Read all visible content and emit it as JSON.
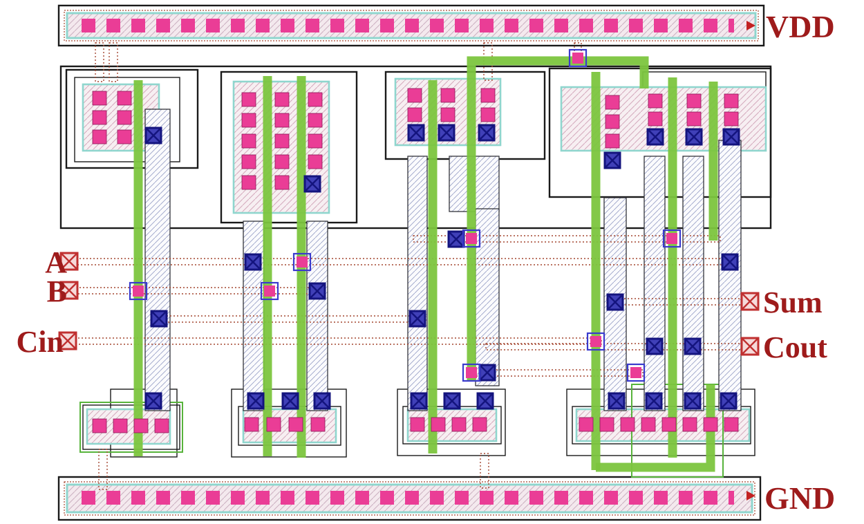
{
  "labels": {
    "vdd": "VDD",
    "gnd": "GND",
    "a": "A",
    "b": "B",
    "cin": "Cin",
    "sum": "Sum",
    "cout": "Cout"
  },
  "colors": {
    "label_text": "#9E1B1B",
    "poly_green": "#7CC53E",
    "contact_pink": "#EA3D96",
    "via_blue": "#4040B8",
    "via_blue_dark": "#14147E",
    "metal_brown": "#A3452F",
    "well_cyan": "#8FD6CE",
    "port_red": "#C03030",
    "outline_black": "#1A1A1A"
  }
}
